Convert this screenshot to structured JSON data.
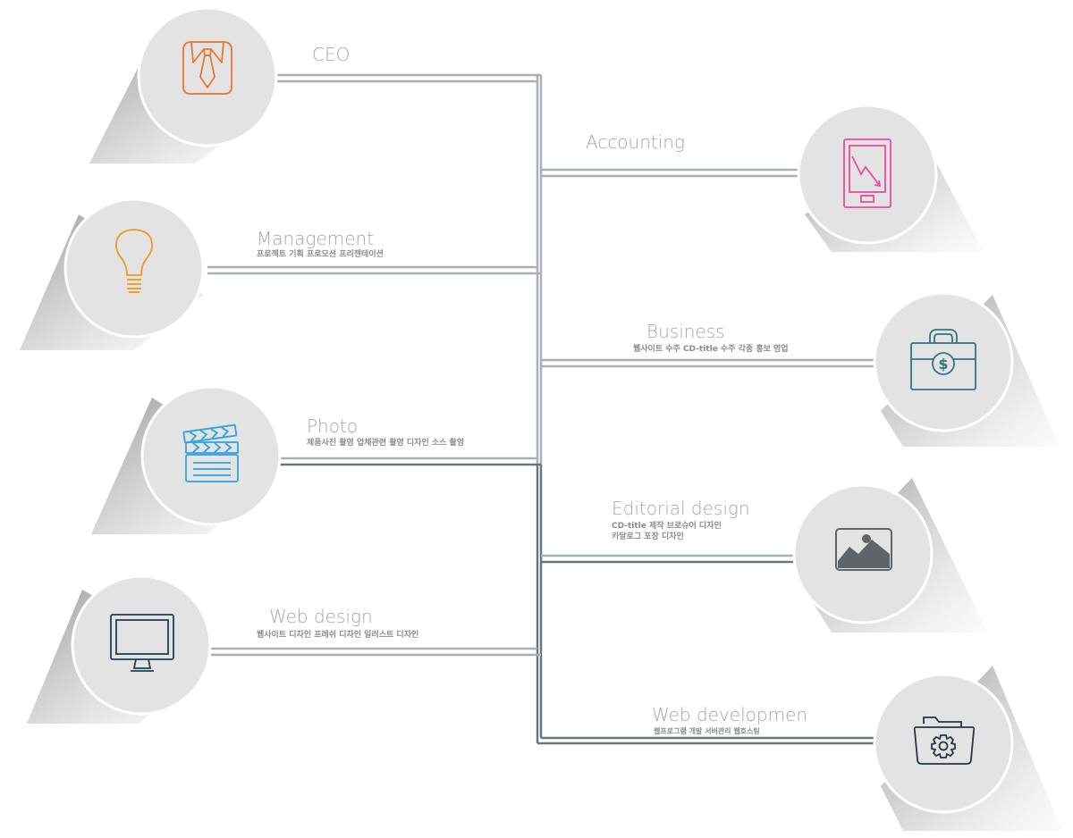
{
  "nodes": [
    {
      "id": "ceo",
      "title": "CEO",
      "subtitle": "",
      "icon": "necktie-shirt-icon",
      "color": "#e8772e"
    },
    {
      "id": "accounting",
      "title": "Accounting",
      "subtitle": "",
      "icon": "tablet-chart-icon",
      "color": "#e84c9a"
    },
    {
      "id": "management",
      "title": "Management",
      "subtitle": "프로젝트 기획 프로모션 프리젠테이션",
      "icon": "light-bulb-icon",
      "color": "#e99b22"
    },
    {
      "id": "business",
      "title": "Business",
      "subtitle": "웹사이트 수주 CD-title 수주 각종 홍보 영업",
      "icon": "briefcase-dollar-icon",
      "color": "#2f7585"
    },
    {
      "id": "photo",
      "title": "Photo",
      "subtitle": "제품사진 촬영 업체관련 촬영 디자인 소스 촬영",
      "icon": "clapperboard-icon",
      "color": "#2ea3de"
    },
    {
      "id": "editorial",
      "title": "Editorial design",
      "subtitle": "CD-title 제작 브로슈어 디자인\n카달로그 포장 디자인",
      "icon": "image-landscape-icon",
      "color": "#5f6468"
    },
    {
      "id": "webdesign",
      "title": "Web design",
      "subtitle": "웹사이트 디자인 프레쉬 디자인 일러스트 디자인",
      "icon": "monitor-icon",
      "color": "#1f3f55"
    },
    {
      "id": "webdev",
      "title": "Web developmen",
      "subtitle": "웹프로그램 개발 서버관리 웹호스팅",
      "icon": "folder-gear-icon",
      "color": "#22374a"
    }
  ],
  "colors": {
    "circle": "#e3e3e3",
    "circle_border": "#ffffff",
    "line_light": "#a9b0b5",
    "line_dark": "#6a757d"
  }
}
